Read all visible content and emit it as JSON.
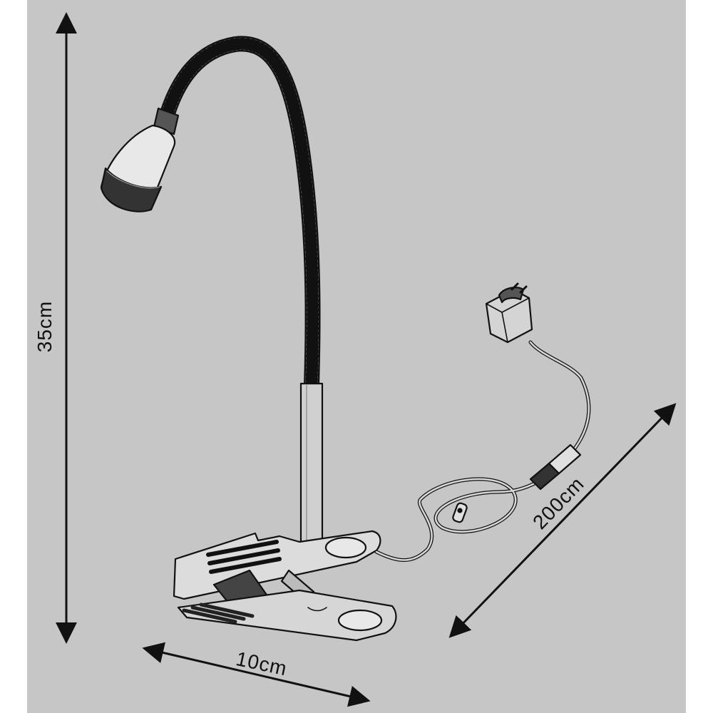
{
  "dimensions": {
    "height": "35cm",
    "width": "10cm",
    "cable": "200cm"
  },
  "colors": {
    "background": "#c6c6c6",
    "outer": "#ffffff",
    "line": "#111111",
    "shade_dark": "#2a2a2a"
  },
  "icons": {
    "lamp": "clip-lamp-illustration",
    "plug": "power-adapter-icon",
    "switch": "inline-switch-icon"
  }
}
